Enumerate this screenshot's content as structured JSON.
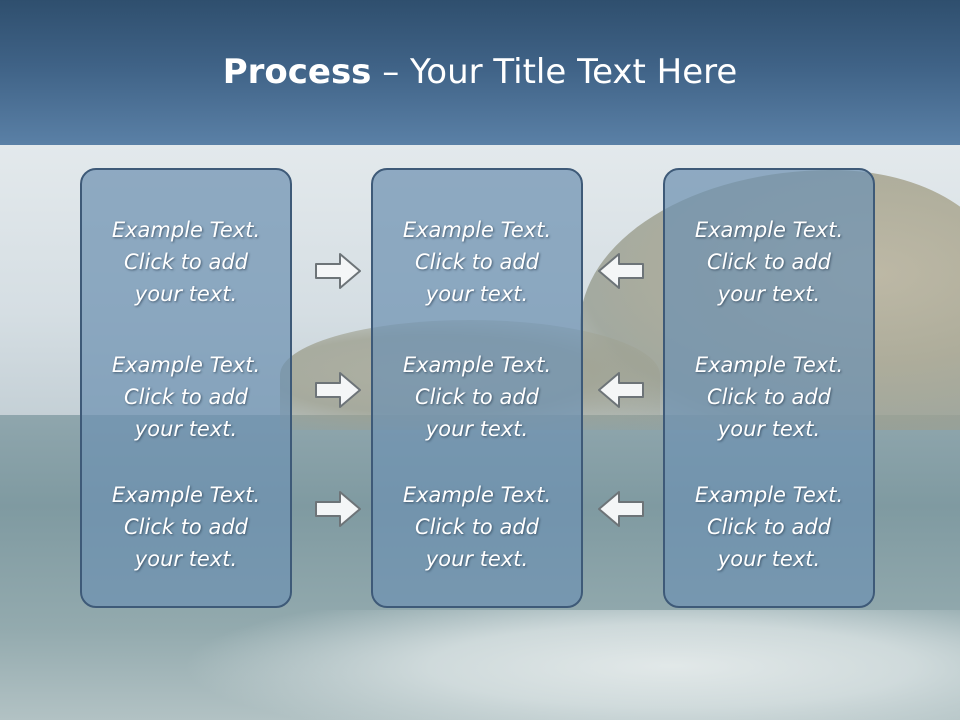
{
  "title": {
    "bold": "Process",
    "rest": " – Your Title Text Here"
  },
  "columns": [
    {
      "blocks": [
        "Example Text.\nClick  to add\nyour text.",
        "Example Text.\nClick  to add\nyour text.",
        "Example Text.\nClick  to add\nyour text."
      ]
    },
    {
      "blocks": [
        "Example Text.\nClick  to add\nyour text.",
        "Example Text.\nClick  to add\nyour text.",
        "Example Text.\nClick  to add\nyour text."
      ]
    },
    {
      "blocks": [
        "Example Text.\nClick  to add\nyour text.",
        "Example Text.\nClick  to add\nyour text.",
        "Example Text.\nClick  to add\nyour text."
      ]
    }
  ],
  "arrows": {
    "left_column_arrows": "right-arrow-icon",
    "right_column_arrows": "left-arrow-icon"
  },
  "colors": {
    "header": "#3f6286",
    "column_fill": "#6e91b2",
    "column_border": "#3e5a78",
    "text": "#ffffff"
  }
}
